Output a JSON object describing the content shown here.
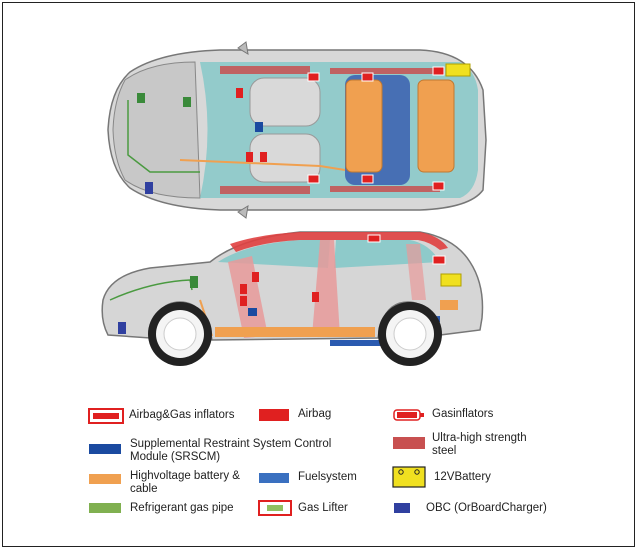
{
  "legend": [
    {
      "id": "airbag-gas-inflators",
      "label": "Airbag&Gas inflators",
      "icon": "airbag-gas-inflator-icon",
      "color": "#e02020"
    },
    {
      "id": "airbag",
      "label": "Airbag",
      "icon": "airbag-icon",
      "color": "#e02020"
    },
    {
      "id": "gas-inflators",
      "label": "Gasinflators",
      "icon": "gas-inflator-icon",
      "color": "#e02020"
    },
    {
      "id": "srscm",
      "label": "Supplemental Restraint System Control Module (SRSCM)",
      "icon": "srscm-icon",
      "color": "#1a4aa0"
    },
    {
      "id": "uhss",
      "label": "Ultra-high strength steel",
      "icon": "uhss-icon",
      "color": "#c85050"
    },
    {
      "id": "hv-battery",
      "label": "Highvoltage battery & cable",
      "icon": "hv-battery-icon",
      "color": "#f0a050"
    },
    {
      "id": "fuel-system",
      "label": "Fuelsystem",
      "icon": "fuel-system-icon",
      "color": "#3a70c0"
    },
    {
      "id": "12v-battery",
      "label": "12VBattery",
      "icon": "12v-battery-icon",
      "color": "#f0e020"
    },
    {
      "id": "refrigerant",
      "label": "Refrigerant gas pipe",
      "icon": "refrigerant-pipe-icon",
      "color": "#80b050"
    },
    {
      "id": "gas-lifter",
      "label": "Gas Lifter",
      "icon": "gas-lifter-icon",
      "color": "#90c060"
    },
    {
      "id": "obc",
      "label": "OBC (OrBoardCharger)",
      "icon": "obc-icon",
      "color": "#3040a0"
    }
  ]
}
